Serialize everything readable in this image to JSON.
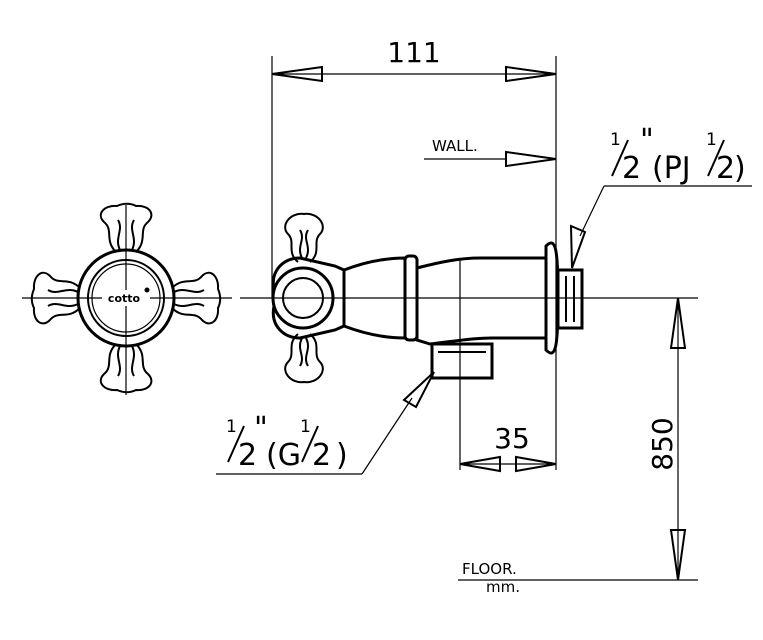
{
  "dimensions": {
    "width": "111",
    "outlet_offset": "35",
    "height": "850"
  },
  "labels": {
    "wall": "WALL.",
    "floor": "FLOOR.",
    "unit": "mm."
  },
  "thread_top": {
    "size_num": "1",
    "size_den": "2",
    "inch": "\"",
    "type_open": "(PJ",
    "type_num": "1",
    "type_den": "2",
    "type_close": ")"
  },
  "thread_bottom": {
    "size_num": "1",
    "size_den": "2",
    "inch": "\"",
    "type_open": "(G",
    "type_num": "1",
    "type_den": "2",
    "type_close": ")"
  },
  "brand_logo": "cotto"
}
